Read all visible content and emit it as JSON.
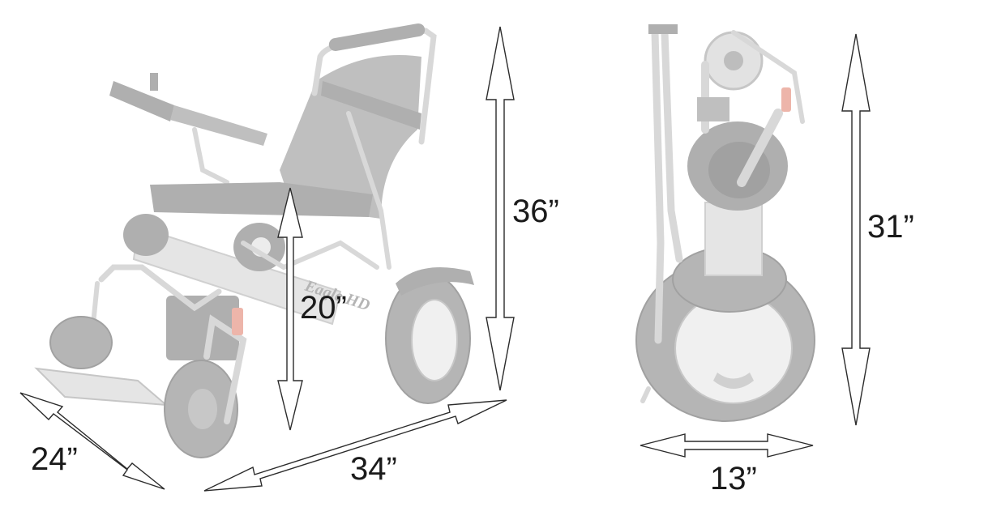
{
  "image": {
    "subject": "folding power wheelchair dimensions",
    "views": [
      "open",
      "folded"
    ]
  },
  "dimensions": {
    "overall_height": "36”",
    "seat_height": "20”",
    "width": "24”",
    "length": "34”",
    "folded_height": "31”",
    "folded_width": "13”"
  },
  "branding": {
    "frame_label": "Eagle HD"
  },
  "colors": {
    "text": "#1a1a1a",
    "arrow_stroke": "#2b2b2b",
    "reflector": "#e07a66"
  }
}
